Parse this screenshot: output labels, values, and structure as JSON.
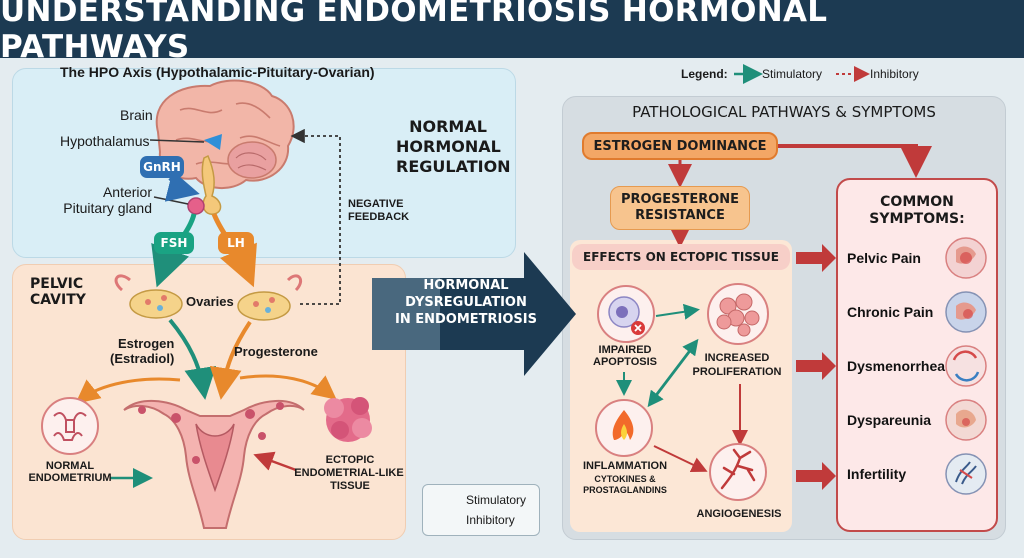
{
  "title": "UNDERSTANDING ENDOMETRIOSIS HORMONAL PATHWAYS",
  "hpo": {
    "heading": "The HPO Axis (Hypothalamic-Pituitary-Ovarian)",
    "brain": "Brain",
    "hypothalamus": "Hypothalamus",
    "gnrh": "GnRH",
    "pituitary_line1": "Anterior",
    "pituitary_line2": "Pituitary gland",
    "fsh": "FSH",
    "lh": "LH",
    "negative_feedback_line1": "NEGATIVE",
    "negative_feedback_line2": "FEEDBACK",
    "normal_reg_line1": "NORMAL",
    "normal_reg_line2": "HORMONAL",
    "normal_reg_line3": "REGULATION"
  },
  "legend_top": {
    "label": "Legend:",
    "stimulatory": "Stimulatory",
    "inhibitory": "Inhibitory"
  },
  "pelvic": {
    "heading_line1": "PELVIC",
    "heading_line2": "CAVITY",
    "ovaries": "Ovaries",
    "estrogen_line1": "Estrogen",
    "estrogen_line2": "(Estradiol)",
    "progesterone": "Progesterone",
    "normal_endo_line1": "NORMAL",
    "normal_endo_line2": "ENDOMETRIUM",
    "ectopic_line1": "ECTOPIC",
    "ectopic_line2": "ENDOMETRIAL-LIKE",
    "ectopic_line3": "TISSUE"
  },
  "big_arrow": {
    "line1": "HORMONAL",
    "line2": "DYSREGULATION",
    "line3": "IN ENDOMETRIOSIS"
  },
  "patho": {
    "heading": "PATHOLOGICAL PATHWAYS & SYMPTOMS",
    "estrogen_dominance": "ESTROGEN DOMINANCE",
    "prog_resist_line1": "PROGESTERONE",
    "prog_resist_line2": "RESISTANCE",
    "effects": "EFFECTS ON ECTOPIC TISSUE",
    "impaired_line1": "IMPAIRED",
    "impaired_line2": "APOPTOSIS",
    "increased_line1": "INCREASED",
    "increased_line2": "PROLIFERATION",
    "inflammation": "INFLAMMATION",
    "cytokines_line1": "CYTOKINES &",
    "cytokines_line2": "PROSTAGLANDINS",
    "angiogenesis": "ANGIOGENESIS"
  },
  "symptoms": {
    "heading_line1": "COMMON",
    "heading_line2": "SYMPTOMS:",
    "items": [
      "Pelvic Pain",
      "Chronic Pain",
      "Dysmenorrhea",
      "Dyspareunia",
      "Infertility"
    ]
  },
  "legend_bottom": {
    "stimulatory": "Stimulatory",
    "inhibitory": "Inhibitory"
  },
  "colors": {
    "title_bg": "#1c3a52",
    "stimulatory": "#1f8f7a",
    "inhibitory": "#c03a3a",
    "fsh": "#1aa383",
    "lh": "#e8892c",
    "gnrh": "#2f6fb2"
  }
}
